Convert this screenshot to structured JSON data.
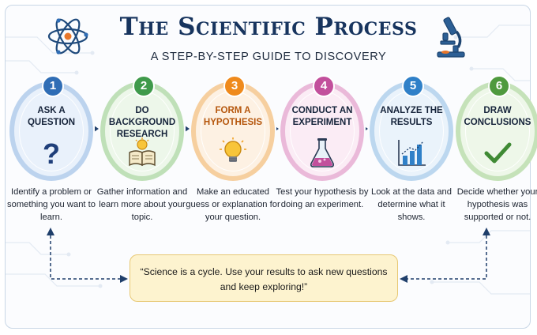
{
  "header": {
    "title": "The Scientific Process",
    "subtitle": "A STEP-BY-STEP GUIDE TO DISCOVERY"
  },
  "icons": {
    "left": "atom-icon",
    "right": "microscope-icon"
  },
  "steps": [
    {
      "number": "1",
      "title": "ASK A QUESTION",
      "icon": "question-mark-icon",
      "color": "#2f6db5",
      "fill": "#e9f1fb",
      "ring": "#bcd3ee",
      "title_color": "#16243b",
      "description": "Identify a problem or something you want to learn."
    },
    {
      "number": "2",
      "title": "DO BACKGROUND RESEARCH",
      "icon": "open-book-icon",
      "color": "#3f9a4b",
      "fill": "#edf7ea",
      "ring": "#bfe0b8",
      "title_color": "#16243b",
      "description": "Gather information and learn more about your topic."
    },
    {
      "number": "3",
      "title": "FORM A HYPOTHESIS",
      "icon": "lightbulb-icon",
      "color": "#ef8a1c",
      "fill": "#fdf1e3",
      "ring": "#f6cf9f",
      "title_color": "#b5560c",
      "description": "Make an educated guess or explanation for your question."
    },
    {
      "number": "4",
      "title": "CONDUCT AN EXPERIMENT",
      "icon": "flask-icon",
      "color": "#c24f9c",
      "fill": "#fbecf5",
      "ring": "#eab9d9",
      "title_color": "#16243b",
      "description": "Test your hypothesis by doing an experiment."
    },
    {
      "number": "5",
      "title": "ANALYZE THE RESULTS",
      "icon": "bar-chart-icon",
      "color": "#2f80c8",
      "fill": "#eaf3fb",
      "ring": "#bcd7ef",
      "title_color": "#16243b",
      "description": "Look at the data and determine what it shows."
    },
    {
      "number": "6",
      "title": "DRAW CONCLUSIONS",
      "icon": "checkmark-icon",
      "color": "#4f9a3e",
      "fill": "#eef7e9",
      "ring": "#c5e2b9",
      "title_color": "#16243b",
      "description": "Decide whether your hypothesis was supported or not."
    }
  ],
  "footer": {
    "quote": "“Science is a cycle. Use your results to ask new questions and keep exploring!”"
  }
}
